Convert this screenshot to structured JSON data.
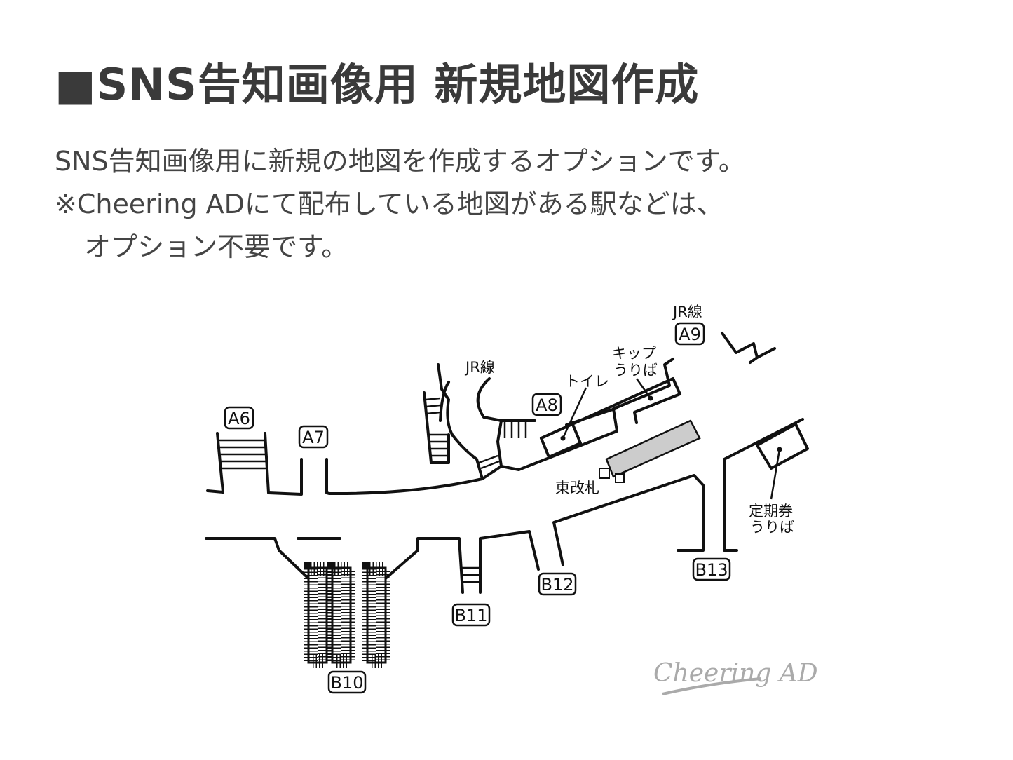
{
  "title": "■SNS告知画像用 新規地図作成",
  "description": [
    "SNS告知画像用に新規の地図を作成するオプションです。",
    "※Cheering ADにて配布している地図がある駅などは、",
    "オプション不要です。"
  ],
  "map": {
    "exits": {
      "A6": "A6",
      "A7": "A7",
      "A8": "A8",
      "A9": "A9",
      "B10": "B10",
      "B11": "B11",
      "B12": "B12",
      "B13": "B13"
    },
    "labels": {
      "jr_line_1": "JR線",
      "jr_line_2": "JR線",
      "ticket_1": "キップ",
      "ticket_2": "うりば",
      "toilet": "トイレ",
      "east_gate": "東改札",
      "pass_1": "定期券",
      "pass_2": "うりば"
    }
  },
  "logo": "Cheering AD"
}
